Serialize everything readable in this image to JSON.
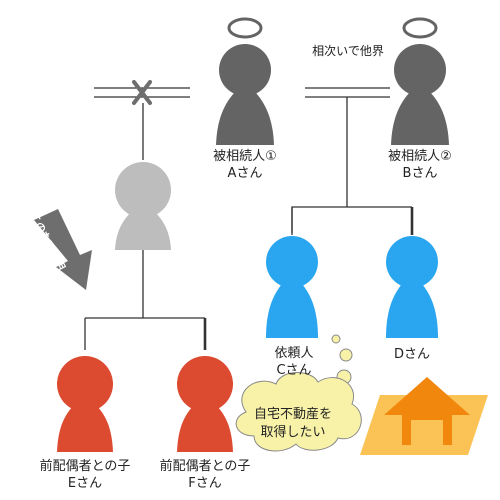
{
  "annotation_top": "相次いで他界",
  "decedent1": {
    "line1": "被相続人①",
    "line2": "Aさん"
  },
  "decedent2": {
    "line1": "被相続人②",
    "line2": "Bさん"
  },
  "child_c": {
    "line1": "依頼人",
    "line2": "Cさん"
  },
  "child_d": {
    "line1": "Dさん"
  },
  "child_e": {
    "line1": "前配偶者との子",
    "line2": "Eさん"
  },
  "child_f": {
    "line1": "前配偶者との子",
    "line2": "Fさん"
  },
  "discovery_arrow": "このたび判明",
  "thought": {
    "line1": "自宅不動産を",
    "line2": "取得したい"
  },
  "colors": {
    "decedent": "#646464",
    "unknown_parent": "#bdbdbd",
    "client_side": "#2aa6f0",
    "former_spouse_children": "#dc4a30",
    "arrow": "#6e6e6e",
    "house": "#f2870e",
    "house_base": "#fbc356",
    "thought": "#f8f2a8"
  },
  "icons": {
    "deceased_marker": "halo-icon",
    "divorce_marker": "cross-icon",
    "property": "house-arrow-icon"
  }
}
